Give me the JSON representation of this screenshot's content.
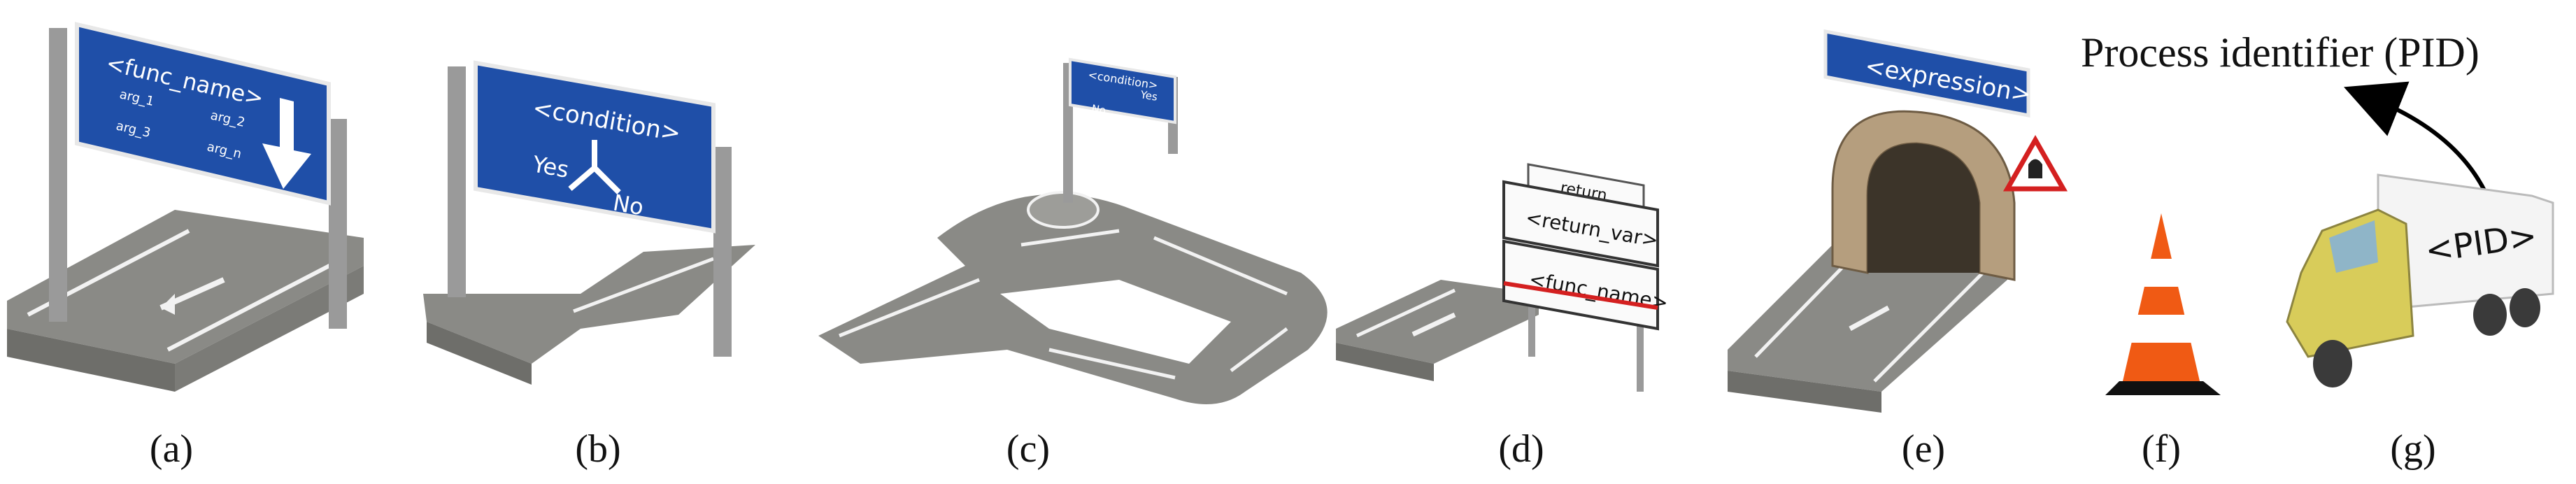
{
  "panels": [
    {
      "caption": "(a)",
      "sign_title": "<func_name>",
      "args": [
        "arg_1",
        "arg_2",
        "arg_3",
        "arg_n"
      ]
    },
    {
      "caption": "(b)",
      "sign_title": "<condition>",
      "yes": "Yes",
      "no": "No"
    },
    {
      "caption": "(c)",
      "sign_title": "<condition>",
      "yes": "Yes",
      "no": "No"
    },
    {
      "caption": "(d)",
      "sign_return": "return",
      "sign_return_var": "<return_var>",
      "sign_func_name": "<func_name>"
    },
    {
      "caption": "(e)",
      "sign_title": "<expression>"
    },
    {
      "caption": "(f)"
    },
    {
      "caption": "(g)",
      "truck_label": "<PID>",
      "annotation": "Process identifier (PID)"
    }
  ],
  "colors": {
    "sign_blue": "#1f4fa8",
    "road": "#8a8a86",
    "lane_mark": "#f2f2f2",
    "pole": "#9a9a9a",
    "cone_orange": "#f05a14",
    "truck_cab": "#d8cc5a",
    "strike": "#d42020"
  }
}
